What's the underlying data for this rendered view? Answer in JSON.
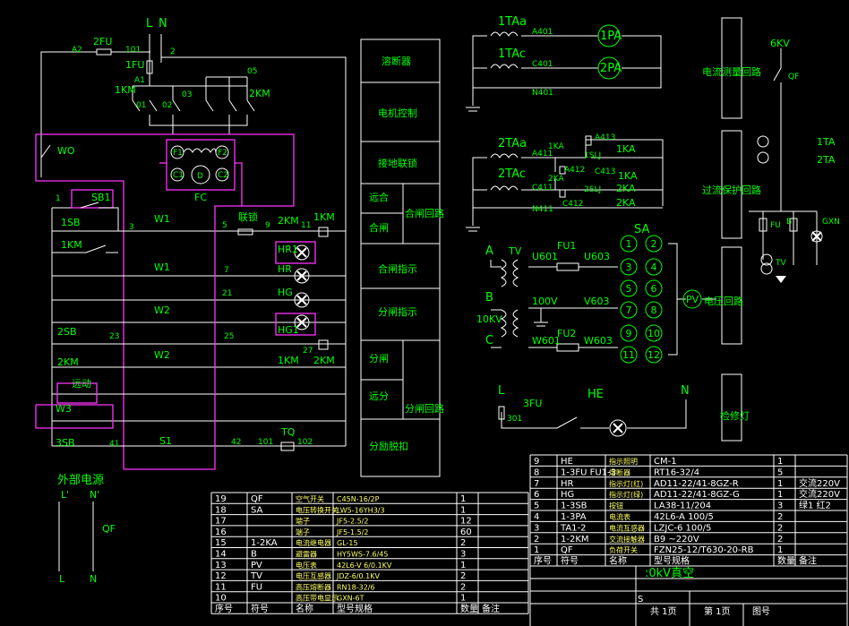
{
  "power": {
    "l": "L",
    "n": "N"
  },
  "labels": {
    "a2": "A2",
    "fu2": "2FU",
    "w101": "101",
    "w2": "2",
    "fu1": "1FU",
    "a1": "A1",
    "km1": "1KM",
    "w01": "01",
    "w02": "02",
    "w03": "03",
    "w05": "05",
    "km2": "2KM",
    "wo": "WO",
    "f1": "F1",
    "f2": "F2",
    "c1": "C1",
    "d": "D",
    "c2": "C2",
    "fc": "FC",
    "n1": "1",
    "sb1": "SB1",
    "sb1b": "1SB",
    "n3": "3",
    "km1b": "1KM",
    "w1a": "W1",
    "w1b": "W1",
    "w2a": "W2",
    "w2b": "W2",
    "n5": "5",
    "liansuo": "联锁",
    "n9": "9",
    "km2b": "2KM",
    "n11": "11",
    "km1c": "1KM",
    "hr1": "HR1",
    "hr": "HR",
    "hg": "HG",
    "hg1": "HG1",
    "n7": "7",
    "n21": "21",
    "n25": "25",
    "n27": "27",
    "km1d": "1KM",
    "km2c": "2KM",
    "sb2": "2SB",
    "n23": "23",
    "km2d": "2KM",
    "yuandong": "远动",
    "w3": "W3",
    "sb3": "3SB",
    "n41": "41",
    "s1": "S1",
    "n42": "42",
    "n101b": "101",
    "tq": "TQ",
    "n102": "102",
    "ext": "外部电源",
    "lp": "L'",
    "np": "N'",
    "qf": "QF",
    "lb": "L",
    "nb": "N"
  },
  "blocks": [
    "溶断器",
    "电机控制",
    "接地联锁",
    "远合",
    "合闸",
    "合闸回路",
    "合闸指示",
    "分闸指示",
    "分闸",
    "远分",
    "分闸回路",
    "分励脱扣"
  ],
  "current": {
    "ta1a": "1TAa",
    "a401": "A401",
    "pa1": "1PA",
    "ta1c": "1TAc",
    "c401": "C401",
    "pa2": "2PA",
    "n401": "N401",
    "title": "电流测量回路"
  },
  "protection": {
    "ta2a": "2TAa",
    "a413": "A413",
    "ka1": "1KA",
    "a411": "A411",
    "ka1b": "1KA",
    "slj1": "1SLJ",
    "ka1c": "1KA",
    "a412": "A412",
    "ta2c": "2TAc",
    "c413": "C413",
    "ka2": "2KA",
    "c411": "C411",
    "ka2b": "2KA",
    "slj2": "2SLJ",
    "ka2c": "2KA",
    "n411": "N411",
    "c412": "C412",
    "title": "过流保护回路"
  },
  "hv": {
    "kv6": "6KV",
    "qf": "QF",
    "ta1": "1TA",
    "ta2": "2TA",
    "fu": "FU",
    "b": "B",
    "gxn": "GXN",
    "tv": "TV"
  },
  "voltage": {
    "a": "A",
    "tv": "TV",
    "u601": "U601",
    "fu1": "FU1",
    "u603": "U603",
    "b": "B",
    "v100": "100V",
    "v603": "V603",
    "kv10": "10KV",
    "c": "C",
    "w601": "W601",
    "fu2": "FU2",
    "w603": "W603",
    "sa": "SA",
    "pv": "PV",
    "title": "电压回路",
    "terms": [
      "1",
      "2",
      "3",
      "4",
      "5",
      "6",
      "7",
      "8",
      "9",
      "10",
      "11",
      "12"
    ]
  },
  "lamp": {
    "l": "L",
    "fu3": "3FU",
    "he": "HE",
    "n": "N",
    "n301": "301",
    "title": "检修灯"
  },
  "table_right": {
    "rows": [
      [
        "9",
        "HE",
        "指示照明",
        "CM-1",
        "1",
        ""
      ],
      [
        "8",
        "1-3FU FU1-3",
        "熔断器",
        "RT16-32/4",
        "5",
        ""
      ],
      [
        "7",
        "HR",
        "指示灯(红)",
        "AD11-22/41-8GZ-R",
        "1",
        "交流220V"
      ],
      [
        "6",
        "HG",
        "指示灯(绿)",
        "AD11-22/41-8GZ-G",
        "1",
        "交流220V"
      ],
      [
        "5",
        "1-3SB",
        "按钮",
        "LA38-11/204",
        "3",
        "绿1 红2"
      ],
      [
        "4",
        "1-3PA",
        "电流表",
        "42L6-A 100/5",
        "2",
        ""
      ],
      [
        "3",
        "TA1-2",
        "电流互感器",
        "LZJC-6 100/5",
        "2",
        ""
      ],
      [
        "2",
        "1-2KM",
        "交流接触器",
        "B9 ~220V",
        "2",
        ""
      ],
      [
        "1",
        "QF",
        "负荷开关",
        "FZN25-12/T630-20-RB",
        "1",
        ""
      ]
    ],
    "header": [
      "序号",
      "符号",
      "名称",
      "型号规格",
      "数量",
      "备注"
    ],
    "title_block": {
      "name": ":0kV真空",
      "s": "S",
      "total": "共 1页",
      "page": "第 1页",
      "drawing_no": "图号"
    }
  },
  "table_bottom": {
    "rows": [
      [
        "19",
        "QF",
        "空气开关",
        "C45N-16/2P",
        "1",
        ""
      ],
      [
        "18",
        "SA",
        "电压转换开关",
        "LW5-16YH3/3",
        "1",
        ""
      ],
      [
        "17",
        "",
        "端子",
        "JF5-2.5/2",
        "12",
        ""
      ],
      [
        "16",
        "",
        "端子",
        "JF5-1.5/2",
        "60",
        ""
      ],
      [
        "15",
        "1-2KA",
        "电流继电器",
        "GL-15",
        "2",
        ""
      ],
      [
        "14",
        "B",
        "避雷器",
        "HY5WS-7.6/45",
        "3",
        ""
      ],
      [
        "13",
        "PV",
        "电压表",
        "42L6-V 6/0.1KV",
        "1",
        ""
      ],
      [
        "12",
        "TV",
        "电压互感器",
        "JDZ-6/0.1KV",
        "2",
        ""
      ],
      [
        "11",
        "FU",
        "高压熔断器",
        "RN18-32/6",
        "2",
        ""
      ],
      [
        "10",
        "",
        "高压带电显示",
        "GXN-6T",
        "1",
        ""
      ]
    ],
    "header": [
      "序号",
      "符号",
      "名称",
      "型号规格",
      "数量",
      "备注"
    ]
  }
}
